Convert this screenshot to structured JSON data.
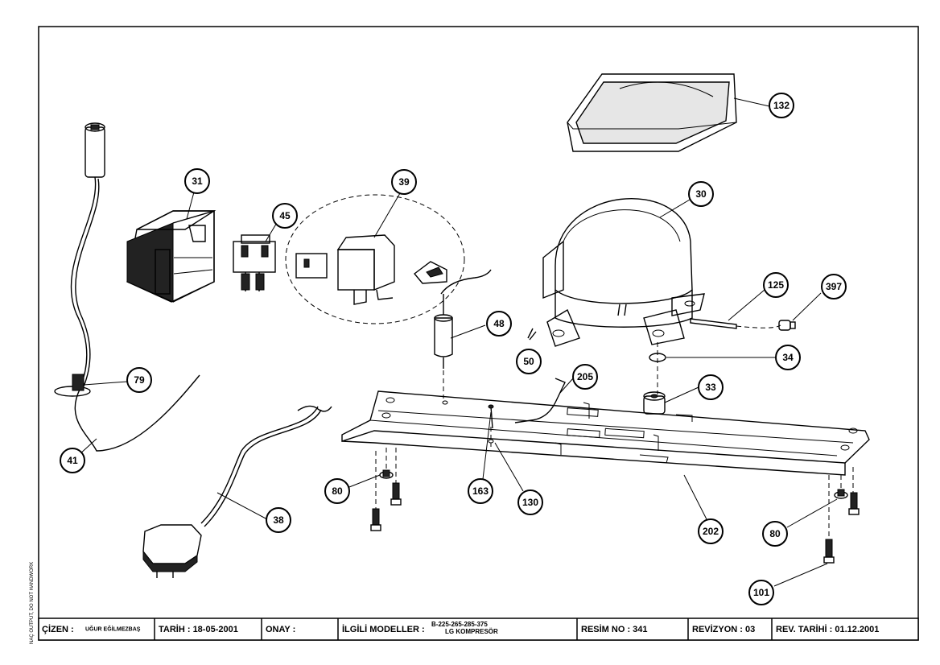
{
  "side_note": "NAÇ OUTPUT, DO NOT HANDWORK",
  "parts": {
    "p132": "132",
    "p31": "31",
    "p39": "39",
    "p30": "30",
    "p45": "45",
    "p125": "125",
    "p397": "397",
    "p48": "48",
    "p34": "34",
    "p50": "50",
    "p79": "79",
    "p205": "205",
    "p33": "33",
    "p41": "41",
    "p38": "38",
    "p80a": "80",
    "p163": "163",
    "p130": "130",
    "p202": "202",
    "p80b": "80",
    "p101": "101"
  },
  "title_block": {
    "cizen_label": "ÇİZEN :",
    "cizen_value": "UĞUR EĞİLMEZBAŞ",
    "tarih": "TARİH : 18-05-2001",
    "onay": "ONAY :",
    "modeller_label": "İLGİLİ MODELLER :",
    "modeller_line1": "B-225-265-285-375",
    "modeller_line2": "LG KOMPRESÖR",
    "resim_no": "RESİM NO : 341",
    "revizyon": "REVİZYON : 03",
    "rev_tarihi": "REV. TARİHİ : 01.12.2001"
  }
}
